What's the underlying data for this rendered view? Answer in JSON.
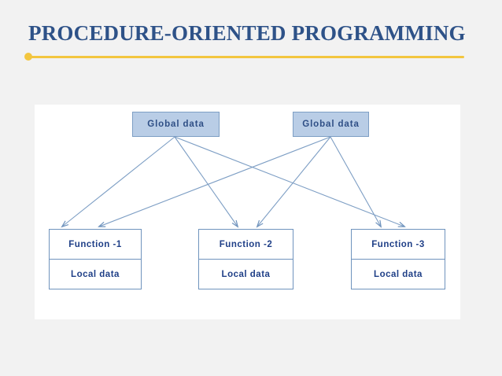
{
  "slide": {
    "title": "PROCEDURE-ORIENTED PROGRAMMING",
    "background_color": "#f2f2f2",
    "title_color": "#2e5288",
    "accent_color": "#f3c63f"
  },
  "diagram": {
    "panel_background": "#ffffff",
    "line_color": "#7d9ec4",
    "global_boxes": [
      {
        "label": "Global  data",
        "fill": "#b9cde6",
        "border": "#7d9ec4"
      },
      {
        "label": "Global  data",
        "fill": "#b9cde6",
        "border": "#7d9ec4"
      }
    ],
    "function_boxes": [
      {
        "title": "Function -1",
        "data": "Local data"
      },
      {
        "title": "Function -2",
        "data": "Local data"
      },
      {
        "title": "Function -3",
        "data": "Local data"
      }
    ]
  }
}
